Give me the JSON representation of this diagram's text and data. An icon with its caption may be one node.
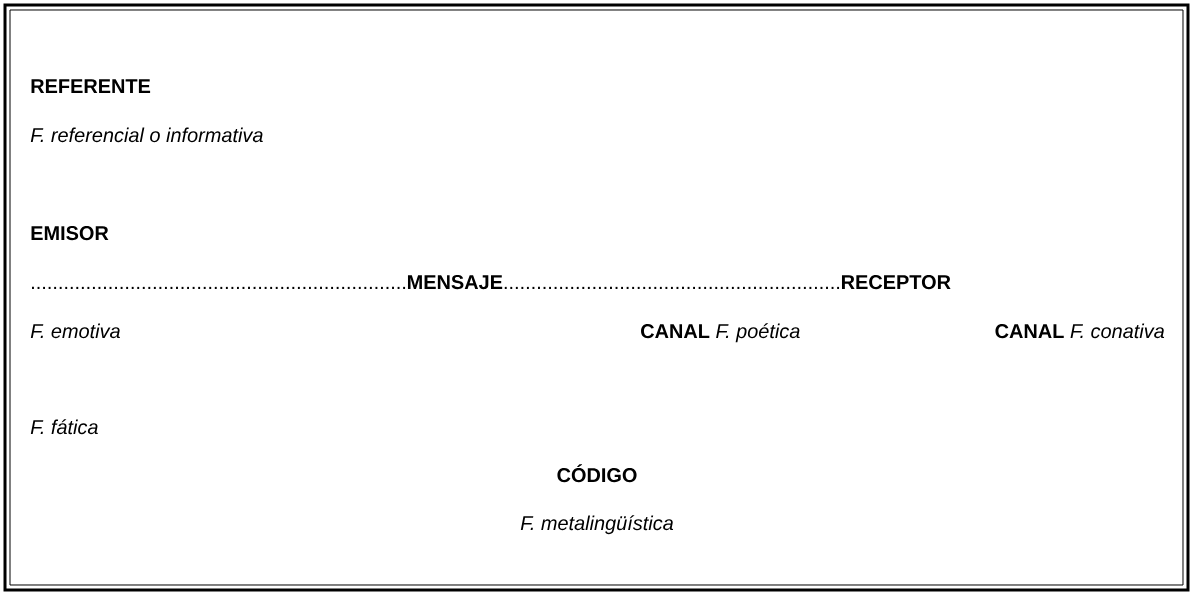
{
  "diagram": {
    "nodes": [
      {
        "text": [
          "REFERENTE",
          "F. referencial o informativa",
          "EMISOR",
          "....................................................................**MENSAJE**.............................................................**RECEPTOR**",
          "F. emotiva",
          "**CANAL** *F. poética*",
          "**CANAL** *F. conativa*",
          "F. fática",
          "CÓDIGO",
          "F. metalingüística"
        ]
      }
    ]
  }
}
